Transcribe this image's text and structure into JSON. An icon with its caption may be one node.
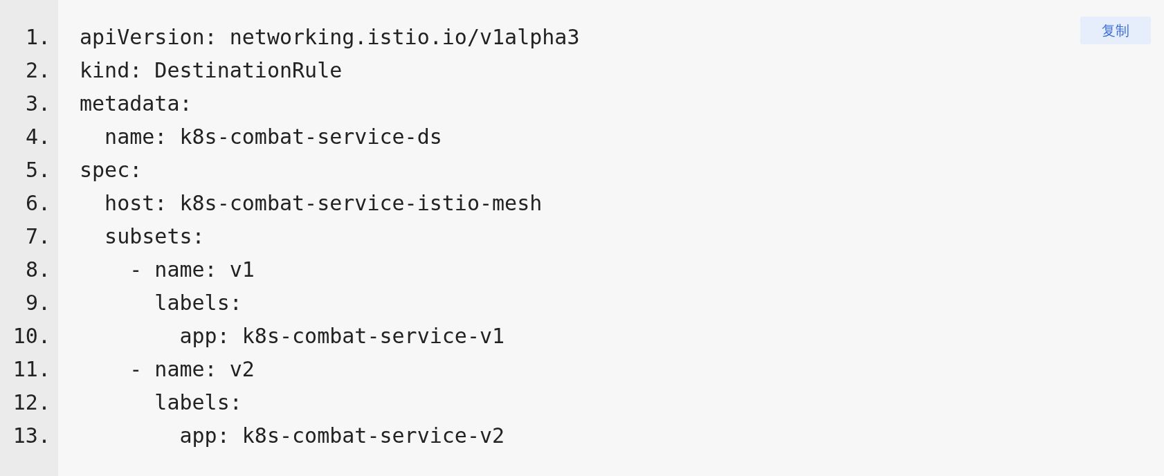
{
  "diagram": {
    "labels": [
      "复制",
      "1.",
      "apiVersion: networking.istio.io/v1alpha3",
      "2.",
      "kind: DestinationRule",
      "3.",
      "metadata:",
      "4.",
      "name: k8s-combat-service-ds",
      "5.",
      "spec:",
      "6.",
      "host: k8s-combat-service-istio-mesh",
      "7.",
      "subsets:",
      "8.",
      "- name: v1",
      "9.",
      "labels:",
      "10.",
      "app: k8s-combat-service-v1",
      "11.",
      "- name: v2",
      "12.",
      "labels:",
      "13.",
      "app: k8s-combat-service-v2"
    ]
  }
}
